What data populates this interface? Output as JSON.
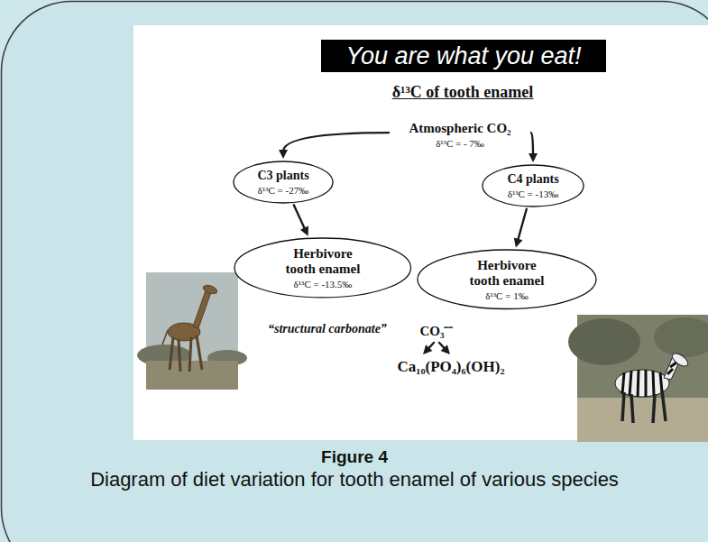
{
  "diagram": {
    "title": "You are what you eat!",
    "caption": "Diagram of diet variation for tooth enamel of various species",
    "nodes": [
      {
        "text": [
          "Atmospheric CO₂",
          "δ¹³C = - 7‰"
        ]
      },
      {
        "text": [
          "C3 plants",
          "δ¹³C = -27‰"
        ]
      },
      {
        "text": [
          "C4 plants",
          "δ¹³C = -13‰"
        ]
      },
      {
        "text": [
          "Herbivore tooth enamel",
          "δ¹³C = -13.5‰"
        ]
      },
      {
        "text": [
          "Herbivore tooth enamel",
          "δ¹³C = 1‰"
        ]
      },
      {
        "text": [
          "CO₃⁻⁻"
        ]
      },
      {
        "text": [
          "Ca₁₀(PO₄)₆(OH)₂"
        ]
      }
    ],
    "edges": [
      {
        "from": 0,
        "to": 1,
        "arrow": "to"
      },
      {
        "from": 0,
        "to": 2,
        "arrow": "to"
      },
      {
        "from": 1,
        "to": 3,
        "arrow": "to"
      },
      {
        "from": 2,
        "to": 4,
        "arrow": "to"
      },
      {
        "from": 5,
        "to": 6,
        "arrow": "to"
      },
      {
        "from": 5,
        "to": 6,
        "arrow": "to"
      }
    ],
    "labels": [
      "δ¹³C of tooth enamel",
      "“structural carbonate”",
      "Figure 4"
    ]
  }
}
